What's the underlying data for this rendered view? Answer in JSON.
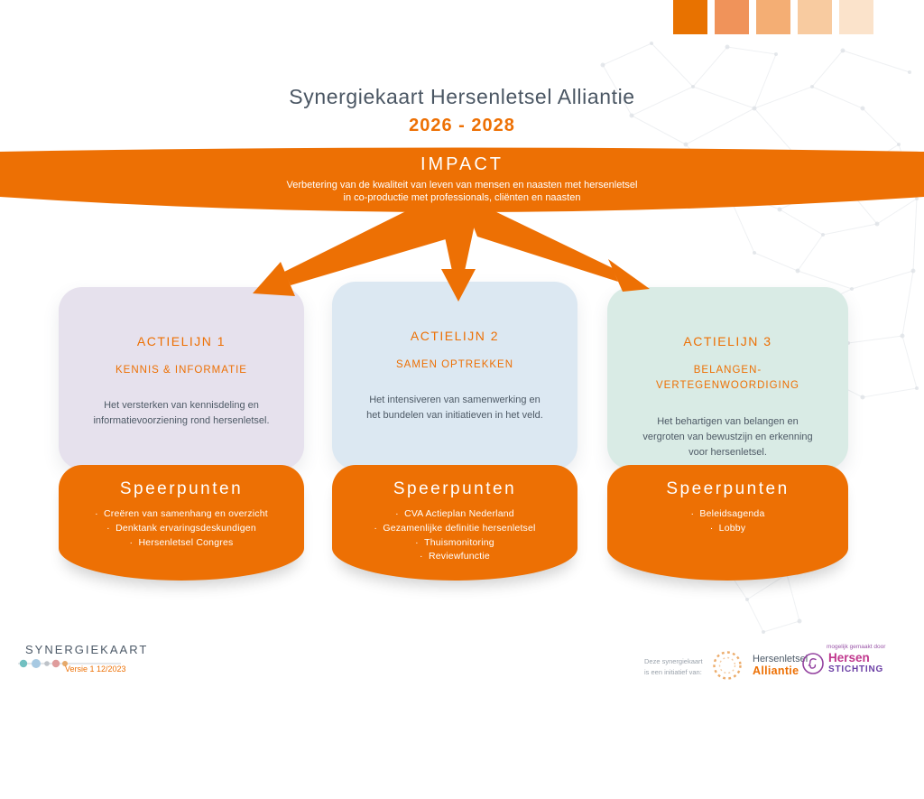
{
  "palette": {
    "orange": "#ED7004",
    "heading": "#4A5663",
    "body_text": "#4E5A66",
    "white": "#FFFFFF"
  },
  "swatches": [
    {
      "color": "#E87200"
    },
    {
      "color": "#F0935A"
    },
    {
      "color": "#F4AE74"
    },
    {
      "color": "#F8CBA0"
    },
    {
      "color": "#FBE3CB"
    }
  ],
  "header": {
    "title": "Synergiekaart Hersenletsel Alliantie",
    "years": "2026 - 2028"
  },
  "impact": {
    "title": "IMPACT",
    "line1": "Verbetering van de kwaliteit van leven van mensen en naasten met hersenletsel",
    "line2": "in co-productie met professionals, cliënten en naasten"
  },
  "columns": [
    {
      "title": "ACTIELIJN 1",
      "subtitle": "KENNIS & INFORMATIE",
      "description": "Het versterken van kennisdeling en informatievoorziening rond hersenletsel.",
      "bg": "#E6E1ED",
      "speerpunten_label": "Speerpunten",
      "items": [
        "Creëren van samenhang en overzicht",
        "Denktank ervaringsdeskundigen",
        "Hersenletsel Congres"
      ]
    },
    {
      "title": "ACTIELIJN 2",
      "subtitle": "SAMEN OPTREKKEN",
      "description": "Het intensiveren van samenwerking en het bundelen van initiatieven in het veld.",
      "bg": "#DCE8F2",
      "speerpunten_label": "Speerpunten",
      "items": [
        "CVA Actieplan Nederland",
        "Gezamenlijke definitie hersenletsel",
        "Thuismonitoring",
        "Reviewfunctie"
      ]
    },
    {
      "title": "ACTIELIJN 3",
      "subtitle": "BELANGEN-VERTEGENWOORDIGING",
      "description": "Het behartigen van belangen en vergroten van bewustzijn en erkenning voor hersenletsel.",
      "bg": "#D9EBE5",
      "speerpunten_label": "Speerpunten",
      "items": [
        "Beleidsagenda",
        "Lobby"
      ]
    }
  ],
  "footer": {
    "brand": "SYNERGIEKAART",
    "version": "Versie 1 12/2023",
    "initiative_line1": "Deze synergiekaart",
    "initiative_line2": "is een initiatief van:",
    "alliantie_logo": {
      "line1": "Hersenletsel",
      "line2": "Alliantie"
    },
    "stichting_logo": {
      "tagline": "mogelijk gemaakt door",
      "line1": "Hersen",
      "line2": "STICHTING"
    }
  }
}
